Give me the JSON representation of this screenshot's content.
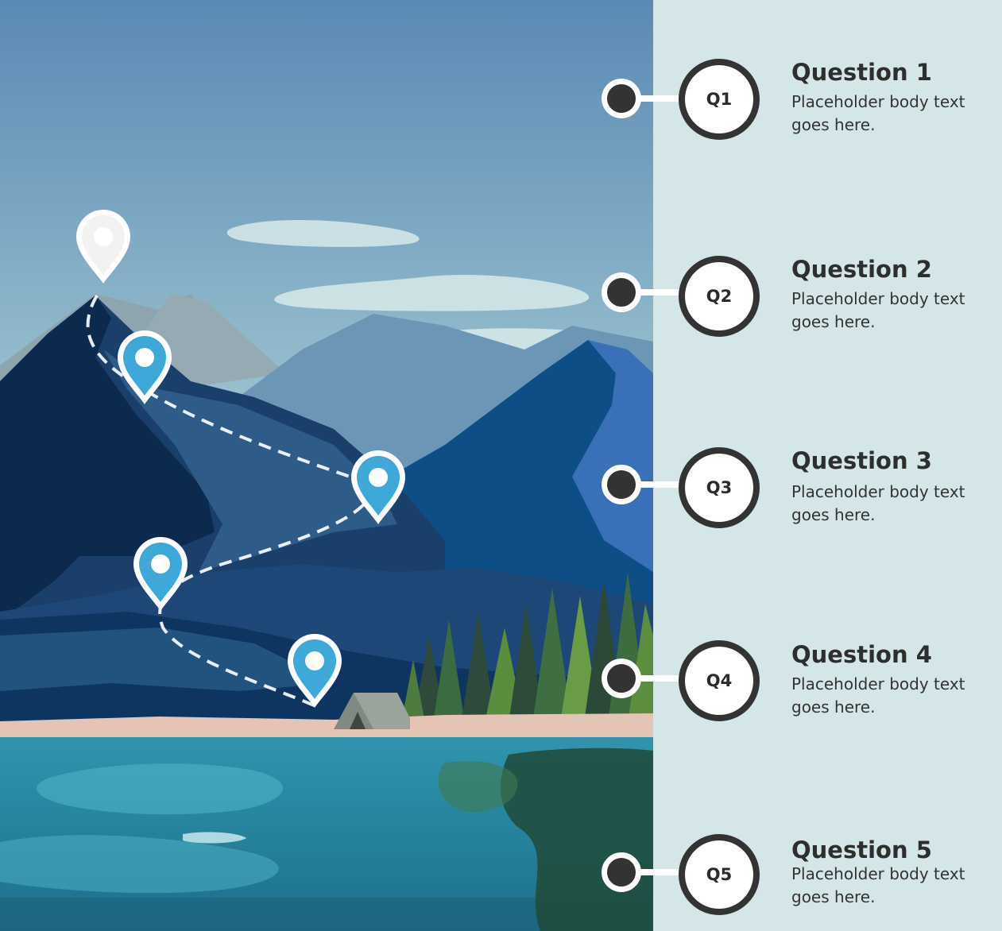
{
  "questions": [
    {
      "badge": "Q1",
      "title": "Question 1",
      "body": "Placeholder body text goes here."
    },
    {
      "badge": "Q2",
      "title": "Question 2",
      "body": "Placeholder body text goes here."
    },
    {
      "badge": "Q3",
      "title": "Question 3",
      "body": "Placeholder body text goes here."
    },
    {
      "badge": "Q4",
      "title": "Question 4",
      "body": "Placeholder body text goes here."
    },
    {
      "badge": "Q5",
      "title": "Question 5",
      "body": "Placeholder body text goes here."
    }
  ],
  "markers": [
    {
      "name": "summit-pin",
      "icon": "location-pin-icon",
      "color": "#f2f2f2"
    },
    {
      "name": "waypoint-pin-1",
      "icon": "location-pin-icon",
      "color": "#3ea8d8"
    },
    {
      "name": "waypoint-pin-2",
      "icon": "location-pin-icon",
      "color": "#3ea8d8"
    },
    {
      "name": "waypoint-pin-3",
      "icon": "location-pin-icon",
      "color": "#3ea8d8"
    },
    {
      "name": "waypoint-pin-4",
      "icon": "location-pin-icon",
      "color": "#3ea8d8"
    }
  ],
  "colors": {
    "panel_bg": "#d4e6e8",
    "badge_ring": "#333333",
    "pin_blue": "#3ea8d8",
    "pin_white": "#f2f2f2"
  }
}
